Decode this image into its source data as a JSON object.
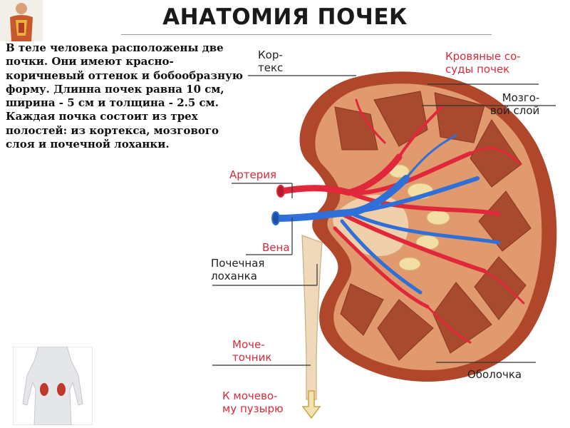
{
  "title": "АНАТОМИЯ ПОЧЕК",
  "description": "В теле человека расположены две почки. Они имеют красно-коричневый оттенок и бобообразную форму. Длинна почек равна 10 см, ширина - 5 см и толщина - 2.5 см. Каждая почка состоит из трех полостей: из кортекса, мозгового слоя и почечной лоханки.",
  "labels": {
    "cortex": "Кор-\nтекс",
    "blood_vessels": "Кровяные со-\nсуды почек",
    "medulla": "Мозго-\nвой слой",
    "artery": "Артерия",
    "vein": "Вена",
    "pelvis": "Почечная\nлоханка",
    "ureter": "Моче-\nточник",
    "to_bladder": "К мочево-\nму пузырю",
    "capsule": "Оболочка"
  },
  "colors": {
    "red_label": "#d92b3a",
    "kidney_outer": "#b0472a",
    "cortex": "#e09a6e",
    "pyramid": "#a84a2e",
    "artery": "#e0283a",
    "vein": "#2e6fd8"
  }
}
